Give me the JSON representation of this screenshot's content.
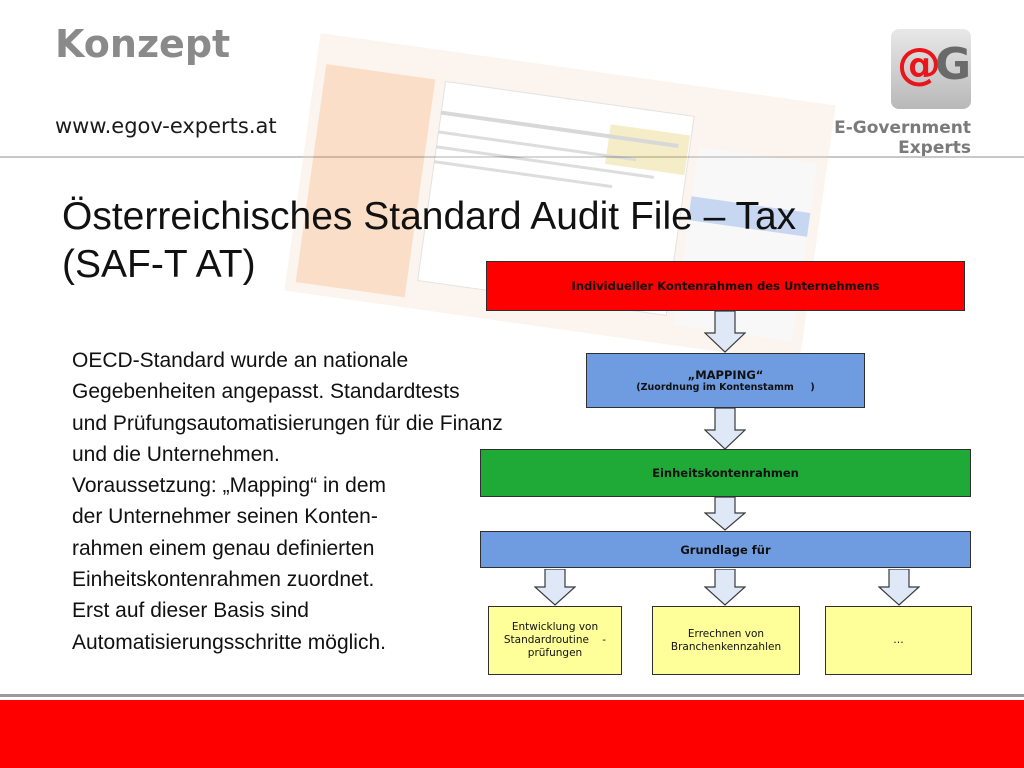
{
  "header": {
    "title": "Konzept",
    "url": "www.egov-experts.at",
    "logo_caption": "E-Government Experts",
    "logo_glyph_at": "@",
    "logo_glyph_g": "G"
  },
  "slide": {
    "title_line1": "Österreichisches Standard Audit File – Tax",
    "title_line2": "(SAF-T AT)",
    "body_lines": [
      "OECD-Standard wurde an nationale",
      "Gegebenheiten angepasst. Standardtests",
      "und Prüfungsautomatisierungen für die Finanz",
      "und die Unternehmen.",
      "Voraussetzung: „Mapping“ in dem",
      "der Unternehmer seinen Konten-",
      "rahmen einem genau definierten",
      "Einheitskontenrahmen zuordnet.",
      "Erst auf dieser Basis sind",
      "Automatisierungsschritte möglich."
    ]
  },
  "diagram": {
    "box1": "Individueller Kontenrahmen des Unternehmens",
    "box2_title": "„MAPPING“",
    "box2_sub": "(Zuordnung im Kontenstamm     )",
    "box3": "Einheitskontenrahmen",
    "box4": "Grundlage für",
    "out1_line1": "Entwicklung von",
    "out1_line2": "Standardroutine    -",
    "out1_line3": "prüfungen",
    "out2_line1": "Errechnen von",
    "out2_line2": "Branchenkennzahlen",
    "out3": "…"
  },
  "colors": {
    "brand_red": "#ff0000",
    "mapping_blue": "#6f9be0",
    "unified_green": "#1faa38",
    "output_yellow": "#ffff99",
    "arrow_fill": "#dfe8f6",
    "title_gray": "#8a8a8a"
  }
}
